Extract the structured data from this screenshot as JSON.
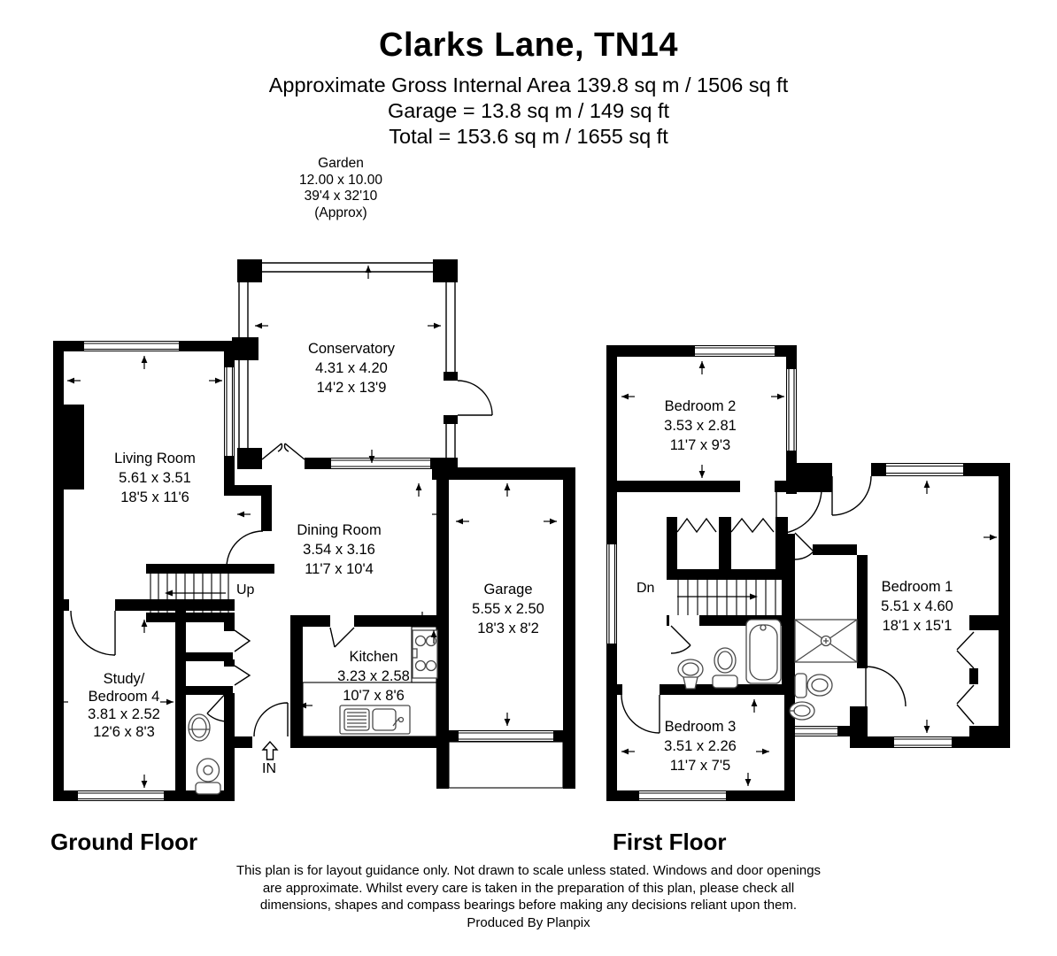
{
  "header": {
    "title": "Clarks Lane, TN14",
    "area_line": "Approximate Gross Internal Area 139.8 sq m / 1506 sq ft",
    "garage_line": "Garage = 13.8 sq m / 149 sq ft",
    "total_line": "Total = 153.6 sq m / 1655 sq ft"
  },
  "garden": {
    "name": "Garden",
    "metric": "12.00 x 10.00",
    "imperial": "39'4 x 32'10",
    "approx": "(Approx)"
  },
  "ground_floor": {
    "label": "Ground Floor",
    "stairs_label": "Up",
    "entrance_label": "IN",
    "rooms": {
      "conservatory": {
        "name": "Conservatory",
        "metric": "4.31 x 4.20",
        "imperial": "14'2 x 13'9"
      },
      "living": {
        "name": "Living Room",
        "metric": "5.61 x 3.51",
        "imperial": "18'5 x 11'6"
      },
      "dining": {
        "name": "Dining Room",
        "metric": "3.54 x 3.16",
        "imperial": "11'7 x 10'4"
      },
      "garage": {
        "name": "Garage",
        "metric": "5.55 x 2.50",
        "imperial": "18'3 x 8'2"
      },
      "kitchen": {
        "name": "Kitchen",
        "metric": "3.23 x 2.58",
        "imperial": "10'7 x 8'6"
      },
      "study": {
        "name_line1": "Study/",
        "name_line2": "Bedroom 4",
        "metric": "3.81 x 2.52",
        "imperial": "12'6 x 8'3"
      }
    }
  },
  "first_floor": {
    "label": "First Floor",
    "stairs_label": "Dn",
    "rooms": {
      "bedroom1": {
        "name": "Bedroom 1",
        "metric": "5.51 x 4.60",
        "imperial": "18'1 x 15'1"
      },
      "bedroom2": {
        "name": "Bedroom 2",
        "metric": "3.53 x 2.81",
        "imperial": "11'7 x 9'3"
      },
      "bedroom3": {
        "name": "Bedroom 3",
        "metric": "3.51 x 2.26",
        "imperial": "11'7 x 7'5"
      }
    }
  },
  "footer": {
    "line1": "This plan is for layout guidance only. Not drawn to scale unless stated. Windows and door openings",
    "line2": "are approximate. Whilst every care is taken in the preparation of this plan, please check all",
    "line3": "dimensions, shapes and compass bearings before making any decisions reliant upon them.",
    "line4": "Produced By Planpix"
  }
}
